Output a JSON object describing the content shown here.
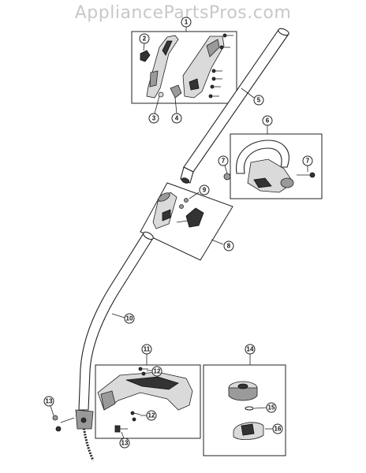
{
  "watermark": "AppliancePartsPros.com",
  "callouts": {
    "c1": "1",
    "c2": "2",
    "c3": "3",
    "c4": "4",
    "c5": "5",
    "c6": "6",
    "c7a": "7",
    "c7b": "7",
    "c8": "8",
    "c9": "9",
    "c10": "10",
    "c11": "11",
    "c12a": "12",
    "c12b": "12",
    "c13a": "13",
    "c13b": "13",
    "c14": "14",
    "c15": "15",
    "c16": "16"
  }
}
